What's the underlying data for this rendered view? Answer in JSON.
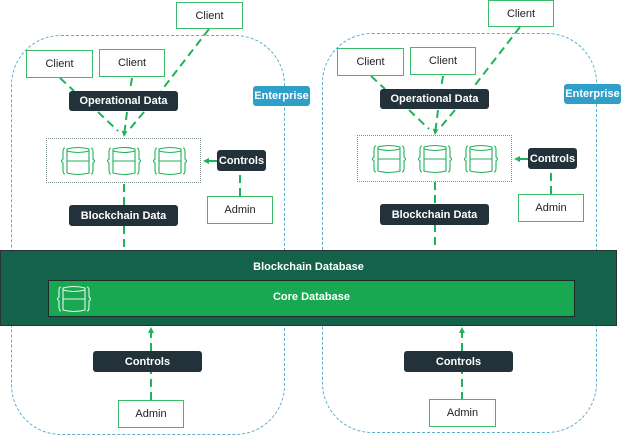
{
  "diagram": {
    "colors": {
      "connector": "#1fb25a",
      "enterprise_border": "#5aaed0",
      "enterprise_badge": "#2f9fc8",
      "dark_box": "#22313a",
      "blockchain_band": "#14624a",
      "core_database": "#18a852",
      "client_border": "#3dba6a"
    },
    "enterprises": [
      {
        "badge": "Enterprise",
        "clients": [
          "Client",
          "Client",
          "Client"
        ],
        "operational_data": "Operational Data",
        "database_icons": [
          "database-icon",
          "database-icon",
          "database-icon"
        ],
        "controls": "Controls",
        "admin": "Admin",
        "blockchain_data": "Blockchain Data",
        "bottom_controls": "Controls",
        "bottom_admin": "Admin"
      },
      {
        "badge": "Enterprise",
        "clients": [
          "Client",
          "Client",
          "Client"
        ],
        "operational_data": "Operational Data",
        "database_icons": [
          "database-icon",
          "database-icon",
          "database-icon"
        ],
        "controls": "Controls",
        "admin": "Admin",
        "blockchain_data": "Blockchain Data",
        "bottom_controls": "Controls",
        "bottom_admin": "Admin"
      }
    ],
    "blockchain_database": {
      "label": "Blockchain Database",
      "core": {
        "label": "Core Database",
        "icon": "database-icon"
      }
    }
  }
}
